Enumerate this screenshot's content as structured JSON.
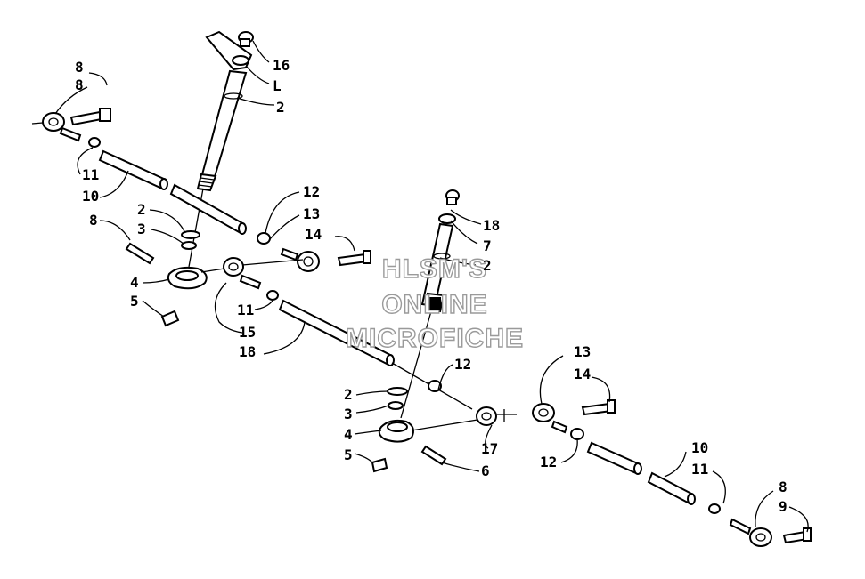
{
  "watermark": {
    "line1": "HLSM'S",
    "line2": "ONLINE",
    "line3": "MICROFICHE"
  },
  "callouts": [
    {
      "id": "c-8-top",
      "label": "8"
    },
    {
      "id": "c-8-top-b",
      "label": "8"
    },
    {
      "id": "c-16",
      "label": "16"
    },
    {
      "id": "c-1",
      "label": "L"
    },
    {
      "id": "c-2-upper",
      "label": "2"
    },
    {
      "id": "c-11-left",
      "label": "11"
    },
    {
      "id": "c-10-left",
      "label": "10"
    },
    {
      "id": "c-12-mid",
      "label": "12"
    },
    {
      "id": "c-13-mid",
      "label": "13"
    },
    {
      "id": "c-14-mid",
      "label": "14"
    },
    {
      "id": "c-2-left",
      "label": "2"
    },
    {
      "id": "c-3-left",
      "label": "3"
    },
    {
      "id": "c-8-left",
      "label": "8"
    },
    {
      "id": "c-4-left",
      "label": "4"
    },
    {
      "id": "c-5-left",
      "label": "5"
    },
    {
      "id": "c-11-center",
      "label": "11"
    },
    {
      "id": "c-15",
      "label": "15"
    },
    {
      "id": "c-18-left",
      "label": "18"
    },
    {
      "id": "c-18-right",
      "label": "18"
    },
    {
      "id": "c-7",
      "label": "7"
    },
    {
      "id": "c-2-right",
      "label": "2"
    },
    {
      "id": "c-12-center",
      "label": "12"
    },
    {
      "id": "c-2-lower",
      "label": "2"
    },
    {
      "id": "c-3-lower",
      "label": "3"
    },
    {
      "id": "c-4-lower",
      "label": "4"
    },
    {
      "id": "c-5-lower",
      "label": "5"
    },
    {
      "id": "c-17",
      "label": "17"
    },
    {
      "id": "c-6-lower",
      "label": "6"
    },
    {
      "id": "c-13-right",
      "label": "13"
    },
    {
      "id": "c-14-right",
      "label": "14"
    },
    {
      "id": "c-12-right",
      "label": "12"
    },
    {
      "id": "c-10-right",
      "label": "10"
    },
    {
      "id": "c-11-right",
      "label": "11"
    },
    {
      "id": "c-8-right",
      "label": "8"
    },
    {
      "id": "c-9",
      "label": "9"
    }
  ]
}
